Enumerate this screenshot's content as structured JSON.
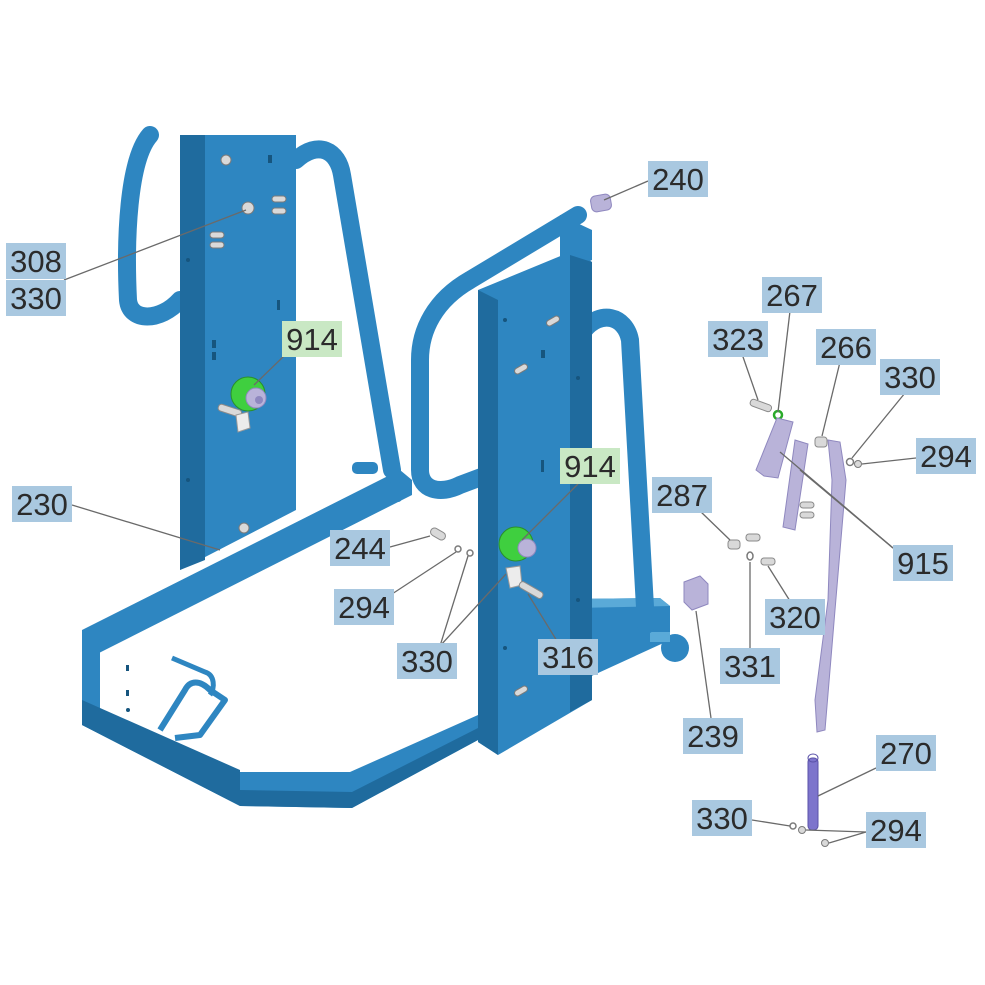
{
  "colors": {
    "frame_blue": "#2e86c1",
    "frame_dark": "#1f6b9e",
    "frame_light": "#5aaad8",
    "part_lilac": "#b9b3d9",
    "part_lilac_dark": "#8f88bf",
    "spring_purple": "#7d74cc",
    "washer_green": "#3fcf3f",
    "label_blue": "#a9c8e0",
    "label_green": "#c9e8c4",
    "leader_line": "#6a6a6a"
  },
  "callouts": [
    {
      "id": "c240",
      "text": "240",
      "highlight": "blue"
    },
    {
      "id": "c308",
      "text": "308",
      "highlight": "blue"
    },
    {
      "id": "c330a",
      "text": "330",
      "highlight": "blue"
    },
    {
      "id": "c914a",
      "text": "914",
      "highlight": "green"
    },
    {
      "id": "c267",
      "text": "267",
      "highlight": "blue"
    },
    {
      "id": "c323",
      "text": "323",
      "highlight": "blue"
    },
    {
      "id": "c266",
      "text": "266",
      "highlight": "blue"
    },
    {
      "id": "c330b",
      "text": "330",
      "highlight": "blue"
    },
    {
      "id": "c294a",
      "text": "294",
      "highlight": "blue"
    },
    {
      "id": "c914b",
      "text": "914",
      "highlight": "green"
    },
    {
      "id": "c230",
      "text": "230",
      "highlight": "blue"
    },
    {
      "id": "c287",
      "text": "287",
      "highlight": "blue"
    },
    {
      "id": "c915",
      "text": "915",
      "highlight": "blue"
    },
    {
      "id": "c244",
      "text": "244",
      "highlight": "blue"
    },
    {
      "id": "c294b",
      "text": "294",
      "highlight": "blue"
    },
    {
      "id": "c320",
      "text": "320",
      "highlight": "blue"
    },
    {
      "id": "c330c",
      "text": "330",
      "highlight": "blue"
    },
    {
      "id": "c316",
      "text": "316",
      "highlight": "blue"
    },
    {
      "id": "c331",
      "text": "331",
      "highlight": "blue"
    },
    {
      "id": "c239",
      "text": "239",
      "highlight": "blue"
    },
    {
      "id": "c270",
      "text": "270",
      "highlight": "blue"
    },
    {
      "id": "c330d",
      "text": "330",
      "highlight": "blue"
    },
    {
      "id": "c294c",
      "text": "294",
      "highlight": "blue"
    }
  ]
}
